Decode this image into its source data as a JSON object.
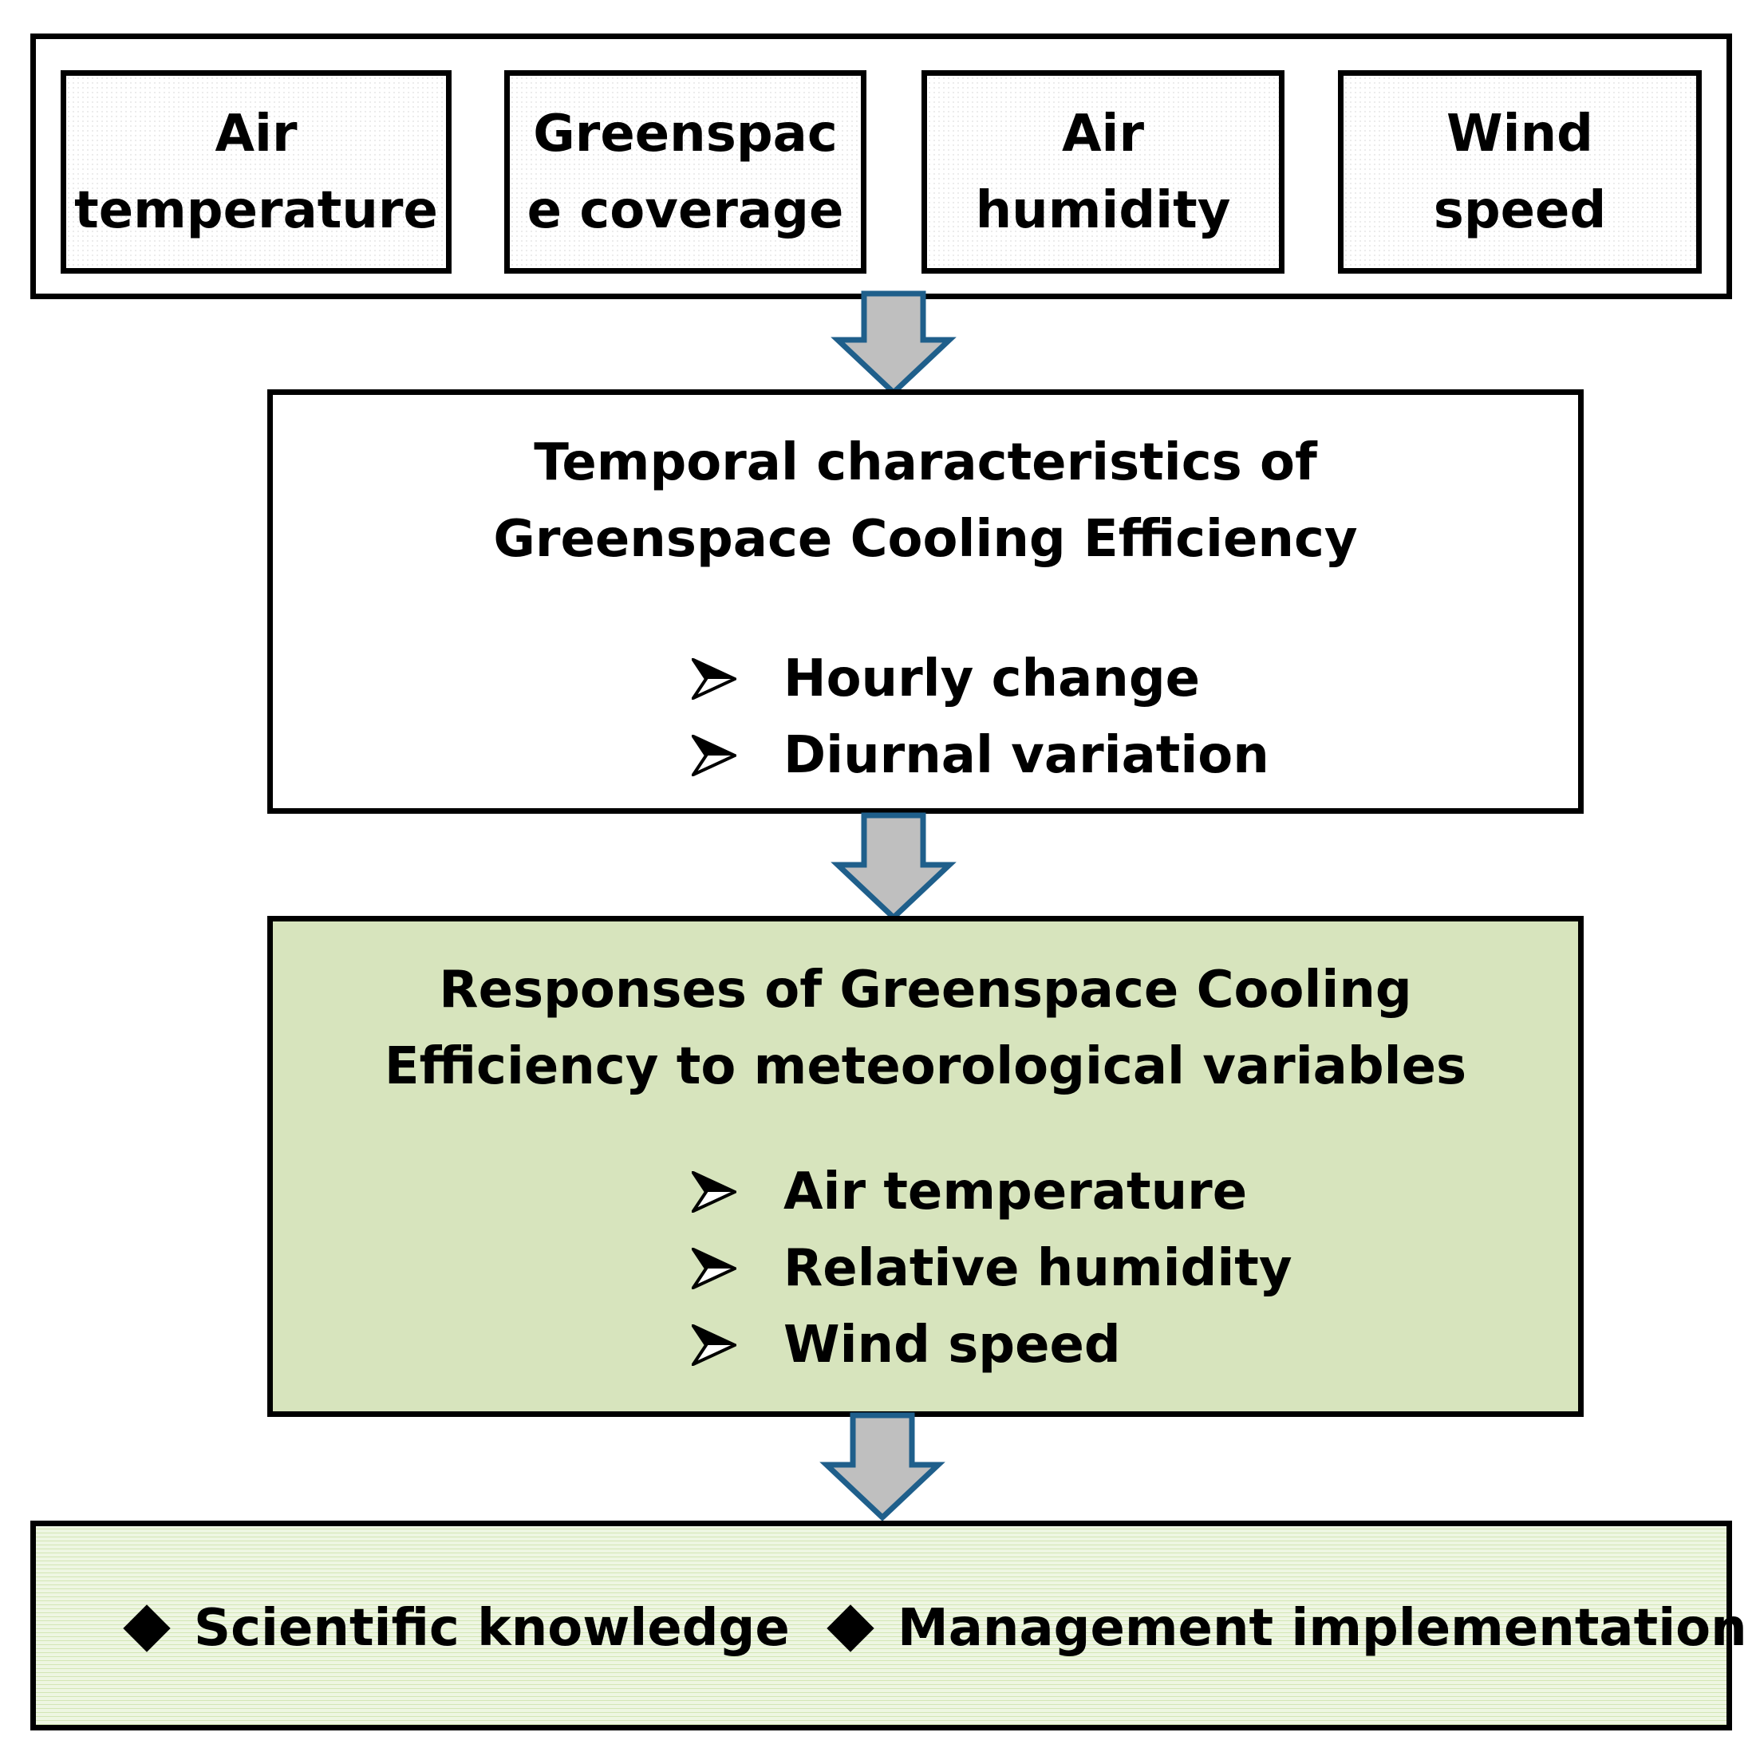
{
  "inputs": [
    {
      "line1": "Air",
      "line2": "temperature"
    },
    {
      "line1": "Greenspac",
      "line2": "e coverage"
    },
    {
      "line1": "Air",
      "line2": "humidity"
    },
    {
      "line1": "Wind",
      "line2": "speed"
    }
  ],
  "temporal": {
    "title_line1": "Temporal characteristics of",
    "title_line2": "Greenspace Cooling Efficiency",
    "items": [
      "Hourly change",
      "Diurnal variation"
    ]
  },
  "responses": {
    "title_line1": "Responses of Greenspace Cooling",
    "title_line2": "Efficiency to meteorological variables",
    "items": [
      "Air temperature",
      "Relative humidity",
      "Wind speed"
    ]
  },
  "outcomes": [
    "Scientific knowledge",
    "Management implementation"
  ],
  "colors": {
    "response_fill": "#d7e4bd",
    "arrow_fill": "#bfbfbf",
    "arrow_stroke": "#1f5f8b"
  }
}
